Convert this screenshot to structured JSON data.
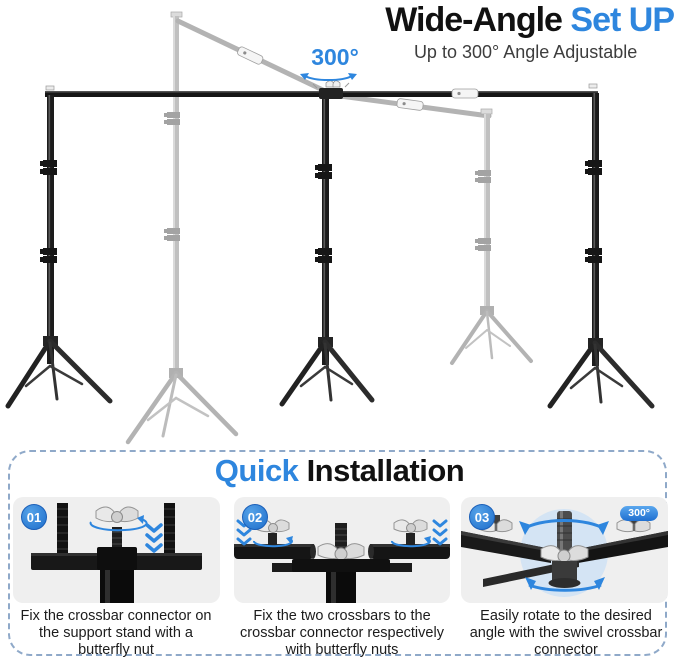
{
  "header": {
    "title_black": "Wide-Angle",
    "title_blue": "Set UP",
    "subtitle": "Up to 300° Angle Adjustable"
  },
  "diagram": {
    "angle_label": "300°",
    "description": "Backdrop support system: three black stands joined by a crossbar, two gray ghost stands with tilted crossbars showing swivel range",
    "colors": {
      "stand_black": "#1a1a1a",
      "stand_ghost": "#b7b7b7",
      "accent_blue": "#2e86de"
    }
  },
  "quick_install": {
    "title_blue": "Quick",
    "title_black": "Installation",
    "border_color": "#8fa9c9",
    "panel_bg": "#efefef",
    "steps": [
      {
        "number": "01",
        "lines": [
          "Fix the crossbar connector on",
          "the support stand with a",
          "butterfly nut"
        ]
      },
      {
        "number": "02",
        "lines": [
          "Fix the two crossbars to the",
          "crossbar connector respectively",
          "with butterfly nuts"
        ]
      },
      {
        "number": "03",
        "angle_badge": "300°",
        "lines": [
          "Easily rotate to the desired",
          "angle with the swivel crossbar",
          "connector"
        ]
      }
    ]
  },
  "icons": {
    "rotation_arrow": "curved double-headed arc arrow",
    "chevron_down": "triple chevron arrows",
    "butterfly_nut": "wing nut",
    "rotate_circle": "circular rotation arrows"
  }
}
